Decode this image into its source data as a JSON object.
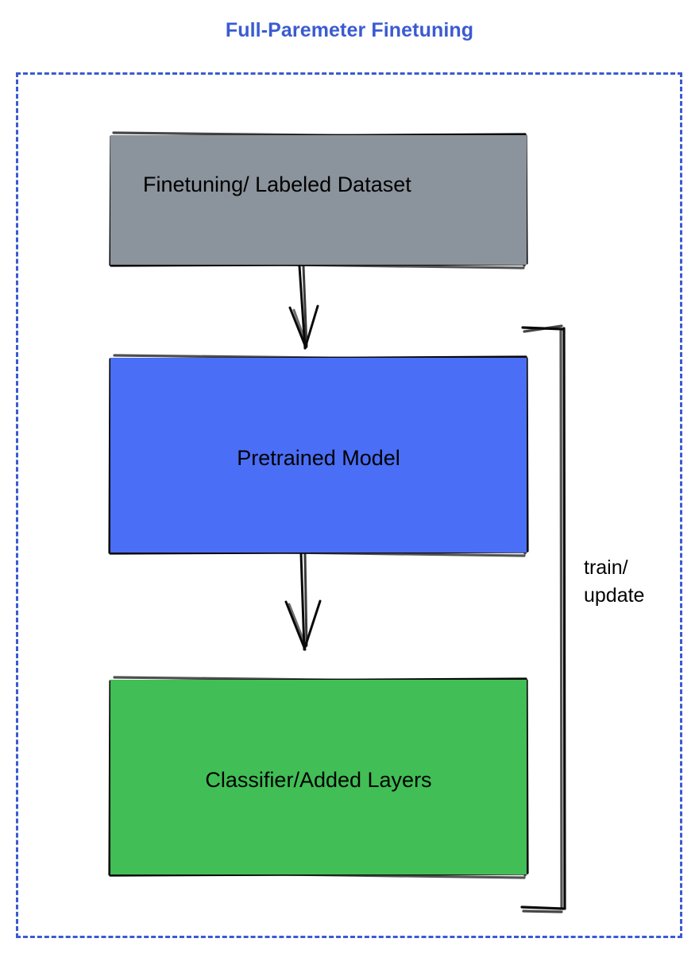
{
  "title": "Full-Paremeter Finetuning",
  "theme": {
    "title_color": "#3b5bd0",
    "frame_border_color": "#3b5bd0",
    "dataset_fill": "#8b939c",
    "pretrained_fill": "#4a6ef5",
    "classifier_fill": "#41be55",
    "stroke_color": "#000000",
    "background": "#ffffff"
  },
  "nodes": [
    {
      "id": "dataset",
      "label": "Finetuning/ Labeled Dataset",
      "fill": "#8b939c"
    },
    {
      "id": "pretrained",
      "label": "Pretrained Model",
      "fill": "#4a6ef5"
    },
    {
      "id": "classifier",
      "label": "Classifier/Added Layers",
      "fill": "#41be55"
    }
  ],
  "edges": [
    {
      "id": "dataset-to-pretrained",
      "from": "dataset",
      "to": "pretrained",
      "label": "",
      "style": "arrow-down"
    },
    {
      "id": "pretrained-to-classifier",
      "from": "pretrained",
      "to": "classifier",
      "label": "",
      "style": "arrow-down"
    },
    {
      "id": "feedback-loop",
      "from": "classifier",
      "to": "pretrained",
      "label": "train/\nupdate",
      "style": "bracket-right"
    }
  ],
  "loop_label": "train/\nupdate"
}
